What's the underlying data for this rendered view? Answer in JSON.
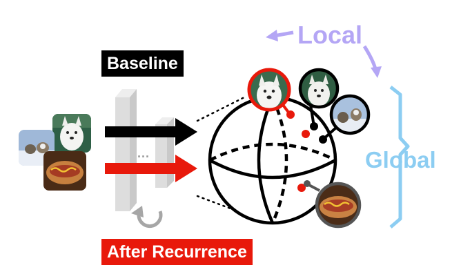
{
  "labels": {
    "baseline": "Baseline",
    "after_recurrence": "After Recurrence",
    "local": "Local",
    "global": "Global",
    "ellipsis": "..."
  },
  "colors": {
    "baseline_arrow": "#000000",
    "recurrence_arrow": "#e8190b",
    "local": "#b4a6f5",
    "global": "#8ccdf2",
    "encoder_block": "#dcdcdc",
    "loop_arrow": "#a6a6a6"
  },
  "images": [
    {
      "name": "husky-image",
      "depicts": "husky dog"
    },
    {
      "name": "sled-dogs-image",
      "depicts": "sled dogs in snow"
    },
    {
      "name": "hotdog-image",
      "depicts": "hot dog"
    }
  ]
}
